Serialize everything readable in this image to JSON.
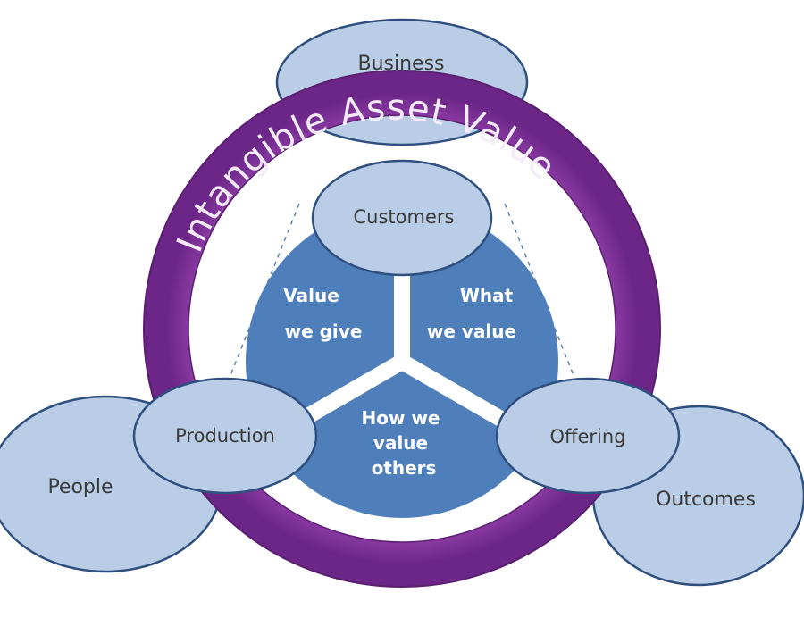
{
  "ring": {
    "title": "Intangible Asset Value"
  },
  "outer_nodes": {
    "business": "Business",
    "people": "People",
    "outcomes": "Outcomes"
  },
  "inner_nodes": {
    "customers": "Customers",
    "production": "Production",
    "offering": "Offering"
  },
  "segments": {
    "left": [
      "Value",
      "we give"
    ],
    "right": [
      "What",
      "we value"
    ],
    "bottom": [
      "How we",
      "value",
      "others"
    ]
  },
  "colors": {
    "ring": "#7b2c93",
    "ring_edge": "#5a1f70",
    "node_fill": "#b9cde6",
    "node_stroke": "#2f4f7f",
    "segment_fill": "#4f7fba",
    "gap": "#ffffff",
    "connector": "#5b7fa8"
  }
}
